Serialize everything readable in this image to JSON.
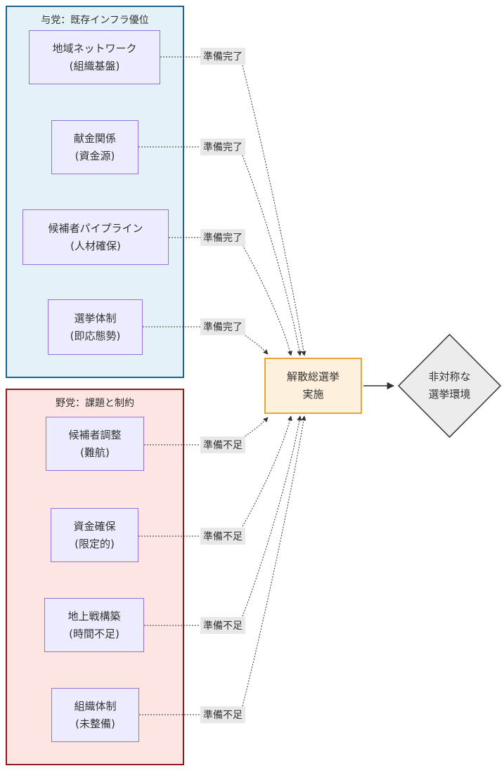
{
  "groups": [
    {
      "title": "与党：既存インフラ優位",
      "nodes": [
        {
          "line1": "地域ネットワーク",
          "line2": "(組織基盤)",
          "edge_label": "準備完了"
        },
        {
          "line1": "献金関係",
          "line2": "(資金源)",
          "edge_label": "準備完了"
        },
        {
          "line1": "候補者パイプライン",
          "line2": "(人材確保)",
          "edge_label": "準備完了"
        },
        {
          "line1": "選挙体制",
          "line2": "(即応態勢)",
          "edge_label": "準備完了"
        }
      ]
    },
    {
      "title": "野党：課題と制約",
      "nodes": [
        {
          "line1": "候補者調整",
          "line2": "(難航)",
          "edge_label": "準備不足"
        },
        {
          "line1": "資金確保",
          "line2": "(限定的)",
          "edge_label": "準備不足"
        },
        {
          "line1": "地上戦構築",
          "line2": "(時間不足)",
          "edge_label": "準備不足"
        },
        {
          "line1": "組織体制",
          "line2": "(未整備)",
          "edge_label": "準備不足"
        }
      ]
    },
    "central_node_placeholder"
  ],
  "central_node": {
    "line1": "解散総選挙",
    "line2": "実施"
  },
  "outcome_node": {
    "line1": "非対称な",
    "line2": "選挙環境"
  },
  "colors": {
    "ruling_group_fill": "#e4f1f7",
    "ruling_group_border": "#1a6390",
    "opposition_group_fill": "#fce5e3",
    "opposition_group_border": "#8e1a1a",
    "node_fill": "#ececff",
    "node_border": "#9370db",
    "central_fill": "#fdf1dc",
    "central_border": "#e8a33d",
    "outcome_fill": "#ececec",
    "outcome_border": "#333333",
    "edge_color": "#333333",
    "edge_label_bg": "#e8e8e8"
  }
}
